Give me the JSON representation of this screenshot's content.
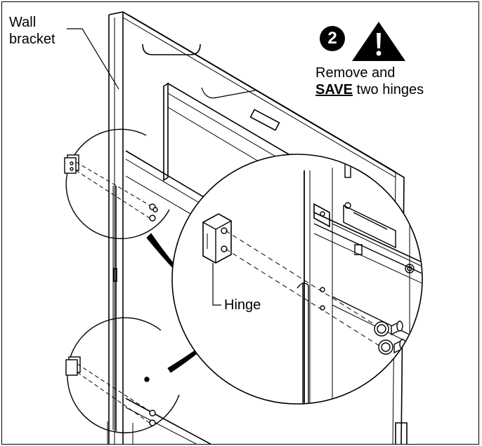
{
  "labels": {
    "wall_bracket_line1": "Wall",
    "wall_bracket_line2": "bracket",
    "hinge": "Hinge"
  },
  "step": {
    "number": "2"
  },
  "warning": {
    "icon": "warning-triangle-icon",
    "line1": "Remove and",
    "save_word": "SAVE",
    "line2_rest": " two hinges"
  }
}
